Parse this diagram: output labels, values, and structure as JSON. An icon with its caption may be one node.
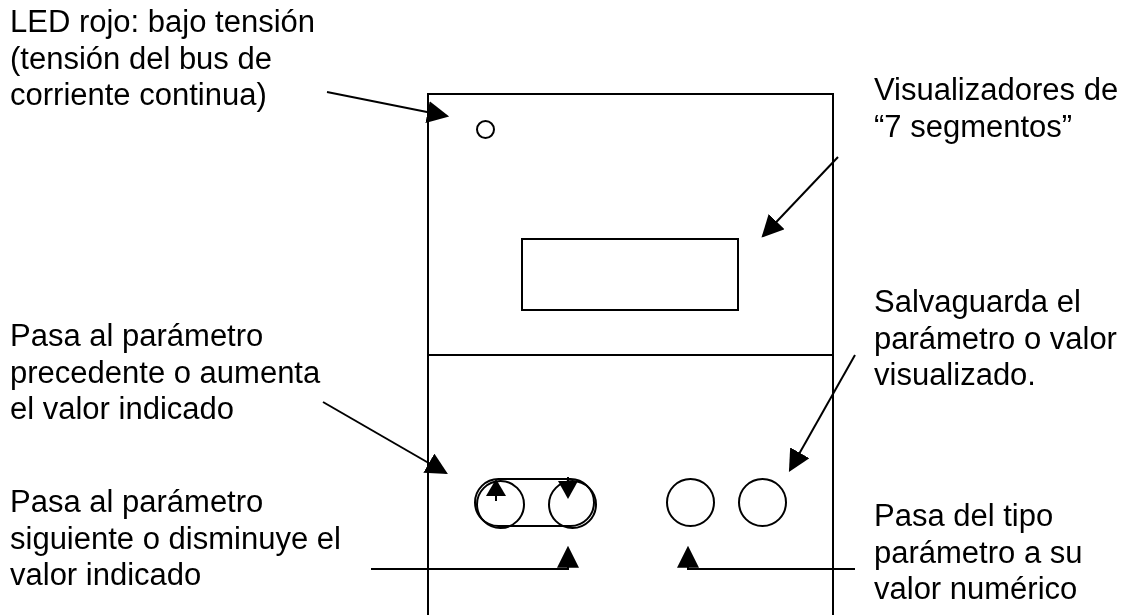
{
  "diagram": {
    "nodes": [
      {
        "text": [],
        "shape": "box"
      },
      {
        "text": [],
        "shape": "box"
      },
      {
        "text": [],
        "shape": "circle",
        "in": 0
      },
      {
        "text": [],
        "shape": "box",
        "in": 0
      },
      {
        "text": [],
        "shape": "bar",
        "in": 1
      },
      {
        "text": [],
        "shape": "circle",
        "in": 4
      },
      {
        "text": [],
        "shape": "circle",
        "in": 4
      },
      {
        "text": [],
        "shape": "circle",
        "in": 1
      },
      {
        "text": [],
        "shape": "circle",
        "in": 1
      },
      {
        "text": [
          "LED rojo: bajo tensión (tensión del bus de corriente continua)"
        ]
      },
      {
        "text": [
          "Visualizadores de “7 segmentos”"
        ]
      },
      {
        "text": [
          "Pasa al parámetro precedente o aumenta el valor indicado"
        ]
      },
      {
        "text": [
          "Salvaguarda el parámetro o valor visualizado."
        ]
      },
      {
        "text": [
          "Pasa al parámetro siguiente o disminuye el valor indicado"
        ]
      },
      {
        "text": [
          "Pasa del tipo parámetro a su valor numérico"
        ]
      }
    ],
    "edges": [
      {
        "from": 9,
        "to": 2,
        "arrow": "to"
      },
      {
        "from": 10,
        "to": 3,
        "arrow": "to"
      },
      {
        "from": 11,
        "to": 5,
        "arrow": "to"
      },
      {
        "from": 12,
        "to": 8,
        "arrow": "to"
      },
      {
        "from": 13,
        "to": 6,
        "arrow": "to"
      },
      {
        "from": 14,
        "to": 7,
        "arrow": "to"
      }
    ]
  }
}
